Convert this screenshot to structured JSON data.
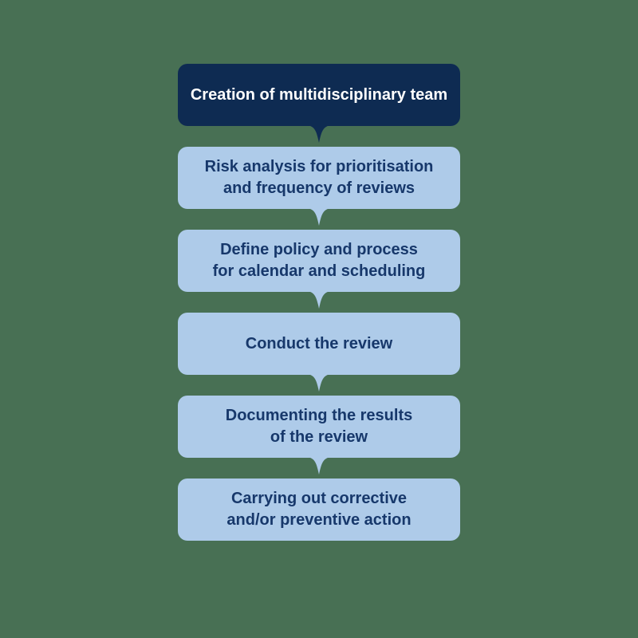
{
  "colors": {
    "background": "#487054",
    "primary-dark": "#0e2b52",
    "primary-light": "#aecbe9",
    "text-dark": "#17386b",
    "text-light": "#ffffff"
  },
  "flowchart": {
    "steps": [
      {
        "variant": "dark",
        "lines": [
          "Creation of multidisciplinary team",
          ""
        ]
      },
      {
        "variant": "light",
        "lines": [
          "Risk analysis for prioritisation",
          "and frequency of reviews"
        ]
      },
      {
        "variant": "light",
        "lines": [
          "Define policy and process",
          "for calendar and scheduling"
        ]
      },
      {
        "variant": "light",
        "lines": [
          "Conduct the review",
          ""
        ]
      },
      {
        "variant": "light",
        "lines": [
          "Documenting the results",
          "of the review"
        ]
      },
      {
        "variant": "light",
        "lines": [
          "Carrying out corrective",
          "and/or preventive action"
        ]
      }
    ]
  }
}
